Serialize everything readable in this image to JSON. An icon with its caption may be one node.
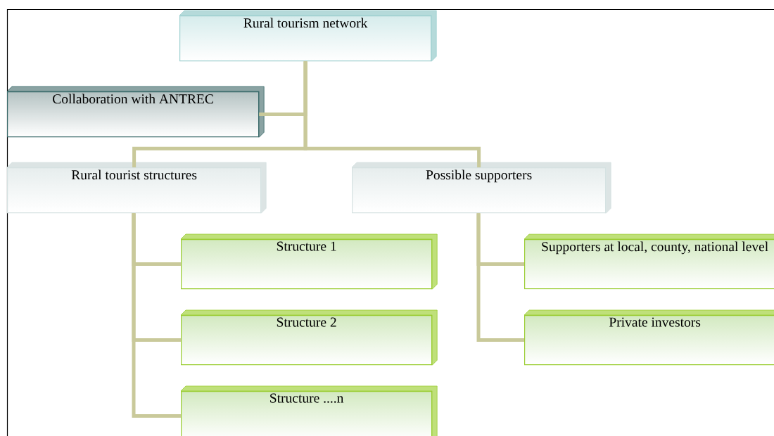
{
  "diagram": {
    "nodes": [
      {
        "text": [
          "Rural tourism network"
        ]
      },
      {
        "text": [
          "Collaboration with ANTREC"
        ]
      },
      {
        "text": [
          "Rural tourist structures"
        ]
      },
      {
        "text": [
          "Possible supporters"
        ]
      },
      {
        "text": [
          "Structure 1"
        ]
      },
      {
        "text": [
          "Structure 2"
        ]
      },
      {
        "text": [
          "Structure ....n"
        ]
      },
      {
        "text": [
          "Supporters at local, county, national level"
        ]
      },
      {
        "text": [
          "Private investors"
        ]
      }
    ],
    "edges": [
      {
        "from": 0,
        "to": 1,
        "arrow": "none"
      },
      {
        "from": 0,
        "to": 2,
        "arrow": "none"
      },
      {
        "from": 0,
        "to": 3,
        "arrow": "none"
      },
      {
        "from": 2,
        "to": 4,
        "arrow": "none"
      },
      {
        "from": 2,
        "to": 5,
        "arrow": "none"
      },
      {
        "from": 2,
        "to": 6,
        "arrow": "none"
      },
      {
        "from": 3,
        "to": 7,
        "arrow": "none"
      },
      {
        "from": 3,
        "to": 8,
        "arrow": "none"
      }
    ]
  }
}
